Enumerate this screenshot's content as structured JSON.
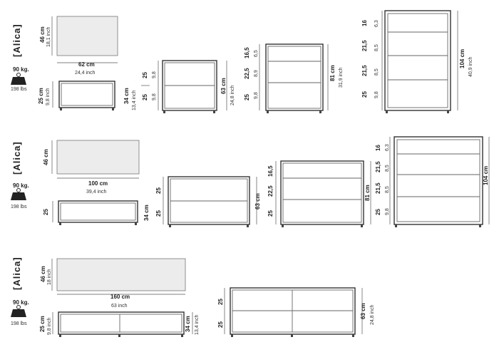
{
  "brand": "[Alica]",
  "load": {
    "kg": "90 kg.",
    "lbs": "198 lbs"
  },
  "rows": [
    {
      "top": {
        "depth_cm": "46 cm",
        "depth_inch": "18,1 inch",
        "width_cm": "62 cm",
        "width_inch": "24,4 inch"
      },
      "units": [
        {
          "height_cm": "25 cm",
          "height_inch": "9,8 inch"
        },
        {
          "height_cm": "34 cm",
          "height_inch": "13,4 inch",
          "shelves_cm": [
            "25",
            "25"
          ],
          "shelves_inch": [
            "9,8",
            "9,8"
          ]
        },
        {
          "height_cm": "63 cm",
          "height_inch": "24,8 inch",
          "shelves_cm": [
            "16,5",
            "22,5",
            "25"
          ],
          "shelves_inch": [
            "6,5",
            "8,9",
            "9,8"
          ]
        },
        {
          "height_cm": "81 cm",
          "height_inch": "31,9 inch"
        },
        {
          "height_cm": "104 cm",
          "height_inch": "40,9 inch",
          "shelves_cm": [
            "16",
            "21,5",
            "21,5",
            "25"
          ],
          "shelves_inch": [
            "6,3",
            "8,5",
            "8,5",
            "9,8"
          ]
        }
      ]
    },
    {
      "top": {
        "depth_cm": "46 cm",
        "width_cm": "100 cm",
        "width_inch": "39,4 inch"
      },
      "units": [
        {
          "height_cm": "25"
        },
        {
          "height_cm": "34 cm",
          "shelves_cm": [
            "25",
            "25"
          ]
        },
        {
          "height_cm": "63 cm",
          "shelves_cm": [
            "16,5",
            "22,5",
            "25"
          ]
        },
        {
          "height_cm": "81 cm"
        },
        {
          "height_cm": "104 cm",
          "shelves_cm": [
            "16",
            "21,5",
            "21,5",
            "25"
          ],
          "shelves_inch": [
            "6,3",
            "8,5",
            "8,5",
            "9,8"
          ]
        }
      ]
    },
    {
      "top": {
        "depth_cm": "46 cm",
        "depth_inch": "18 inch",
        "width_cm": "160 cm",
        "width_inch": "63 inch"
      },
      "units": [
        {
          "height_cm": "25 cm",
          "height_inch": "9,8 inch"
        },
        {
          "height_cm": "34 cm",
          "height_inch": "13,4 inch"
        },
        {
          "height_cm": "63 cm",
          "height_inch": "24,8 inch",
          "shelves_cm": [
            "25",
            "25"
          ]
        }
      ]
    }
  ]
}
